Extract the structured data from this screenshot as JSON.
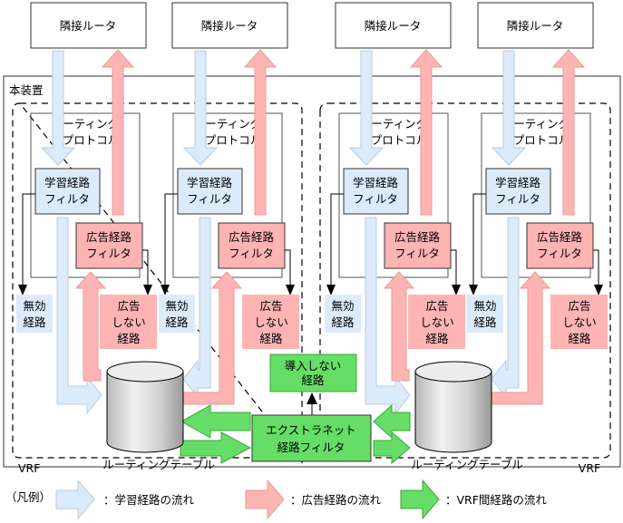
{
  "colors": {
    "learn_fill": "#dcebfa",
    "learn_stroke": "#b9cbe0",
    "adv_fill": "#ffb4b4",
    "adv_stroke": "#e89a9a",
    "vrf_fill": "#66dd66",
    "vrf_stroke": "#3aa83a",
    "box_stroke": "#555555"
  },
  "neighbor_routers": [
    {
      "label": "隣接ルータ"
    },
    {
      "label": "隣接ルータ"
    },
    {
      "label": "隣接ルータ"
    },
    {
      "label": "隣接ルータ"
    }
  ],
  "device_label": "本装置",
  "vrfs": [
    {
      "label": "VRF",
      "routing_table_label": "ルーティングテーブル",
      "protocols": [
        {
          "title_line1": "ルーティング",
          "title_line2": "プロトコル",
          "learn_filter_line1": "学習経路",
          "learn_filter_line2": "フィルタ",
          "adv_filter_line1": "広告経路",
          "adv_filter_line2": "フィルタ",
          "invalid_line1": "無効",
          "invalid_line2": "経路",
          "noadv_line1": "広告",
          "noadv_line2": "しない",
          "noadv_line3": "経路"
        },
        {
          "title_line1": "ルーティング",
          "title_line2": "プロトコル",
          "learn_filter_line1": "学習経路",
          "learn_filter_line2": "フィルタ",
          "adv_filter_line1": "広告経路",
          "adv_filter_line2": "フィルタ",
          "invalid_line1": "無効",
          "invalid_line2": "経路",
          "noadv_line1": "広告",
          "noadv_line2": "しない",
          "noadv_line3": "経路"
        }
      ]
    },
    {
      "label": "VRF",
      "routing_table_label": "ルーティングテーブル",
      "protocols": [
        {
          "title_line1": "ルーティング",
          "title_line2": "プロトコル",
          "learn_filter_line1": "学習経路",
          "learn_filter_line2": "フィルタ",
          "adv_filter_line1": "広告経路",
          "adv_filter_line2": "フィルタ",
          "invalid_line1": "無効",
          "invalid_line2": "経路",
          "noadv_line1": "広告",
          "noadv_line2": "しない",
          "noadv_line3": "経路"
        },
        {
          "title_line1": "ルーティング",
          "title_line2": "プロトコル",
          "learn_filter_line1": "学習経路",
          "learn_filter_line2": "フィルタ",
          "adv_filter_line1": "広告経路",
          "adv_filter_line2": "フィルタ",
          "invalid_line1": "無効",
          "invalid_line2": "経路",
          "noadv_line1": "広告",
          "noadv_line2": "しない",
          "noadv_line3": "経路"
        }
      ]
    }
  ],
  "extranet": {
    "filter_line1": "エクストラネット",
    "filter_line2": "経路フィルタ",
    "not_imported_line1": "導入しない",
    "not_imported_line2": "経路"
  },
  "legend": {
    "title": "（凡例）",
    "items": [
      {
        "label": "：学習経路の流れ",
        "kind": "learn"
      },
      {
        "label": "：広告経路の流れ",
        "kind": "adv"
      },
      {
        "label": "：VRF間経路の流れ",
        "kind": "vrf"
      }
    ]
  }
}
